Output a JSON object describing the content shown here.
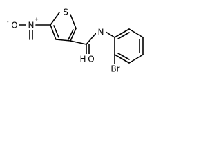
{
  "molecule": {
    "atoms": {
      "sulfur": "S",
      "nitro_oxygen_left": "O",
      "nitro_oxygen_minus": "-",
      "nitro_nitrogen": "N",
      "nitro_plus": "+",
      "amide_nitrogen": "N",
      "amide_hydrogen": "H",
      "amide_oxygen": "O",
      "bromine": "Br"
    }
  }
}
